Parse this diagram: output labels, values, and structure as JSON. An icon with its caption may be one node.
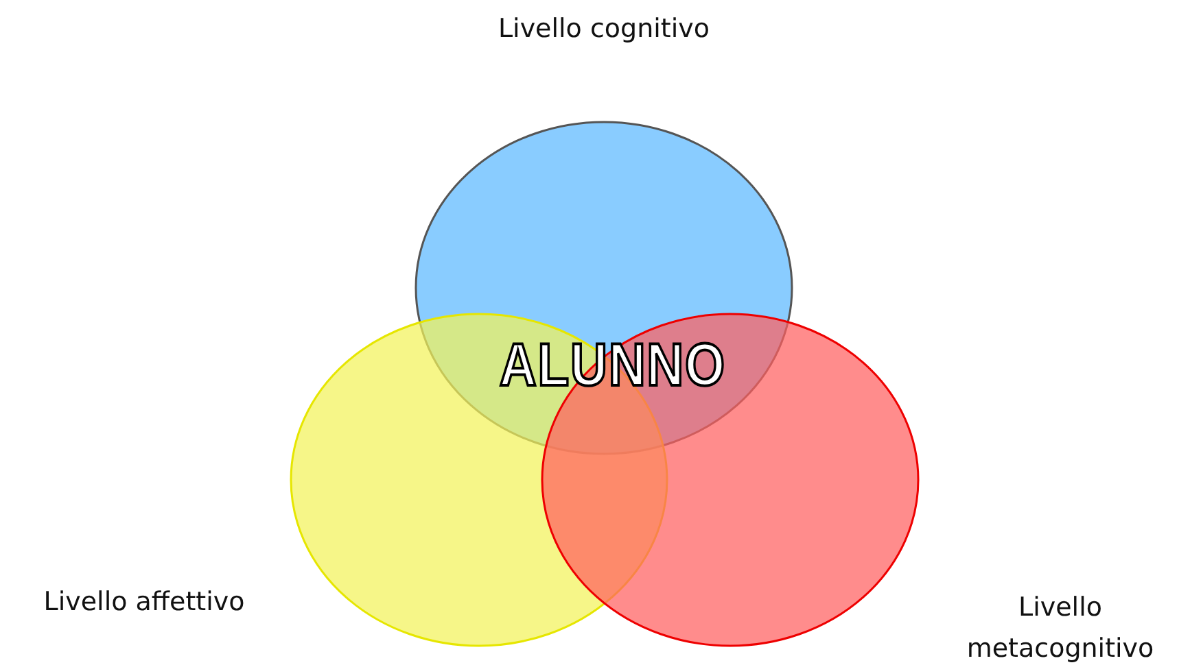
{
  "diagram": {
    "nodes": [
      {
        "text": [
          "Livello cognitivo"
        ]
      },
      {
        "text": [
          "Livello affettivo"
        ]
      },
      {
        "text": [
          "Livello metacognitivo"
        ]
      }
    ],
    "labels": [
      "ALUNNO"
    ]
  }
}
